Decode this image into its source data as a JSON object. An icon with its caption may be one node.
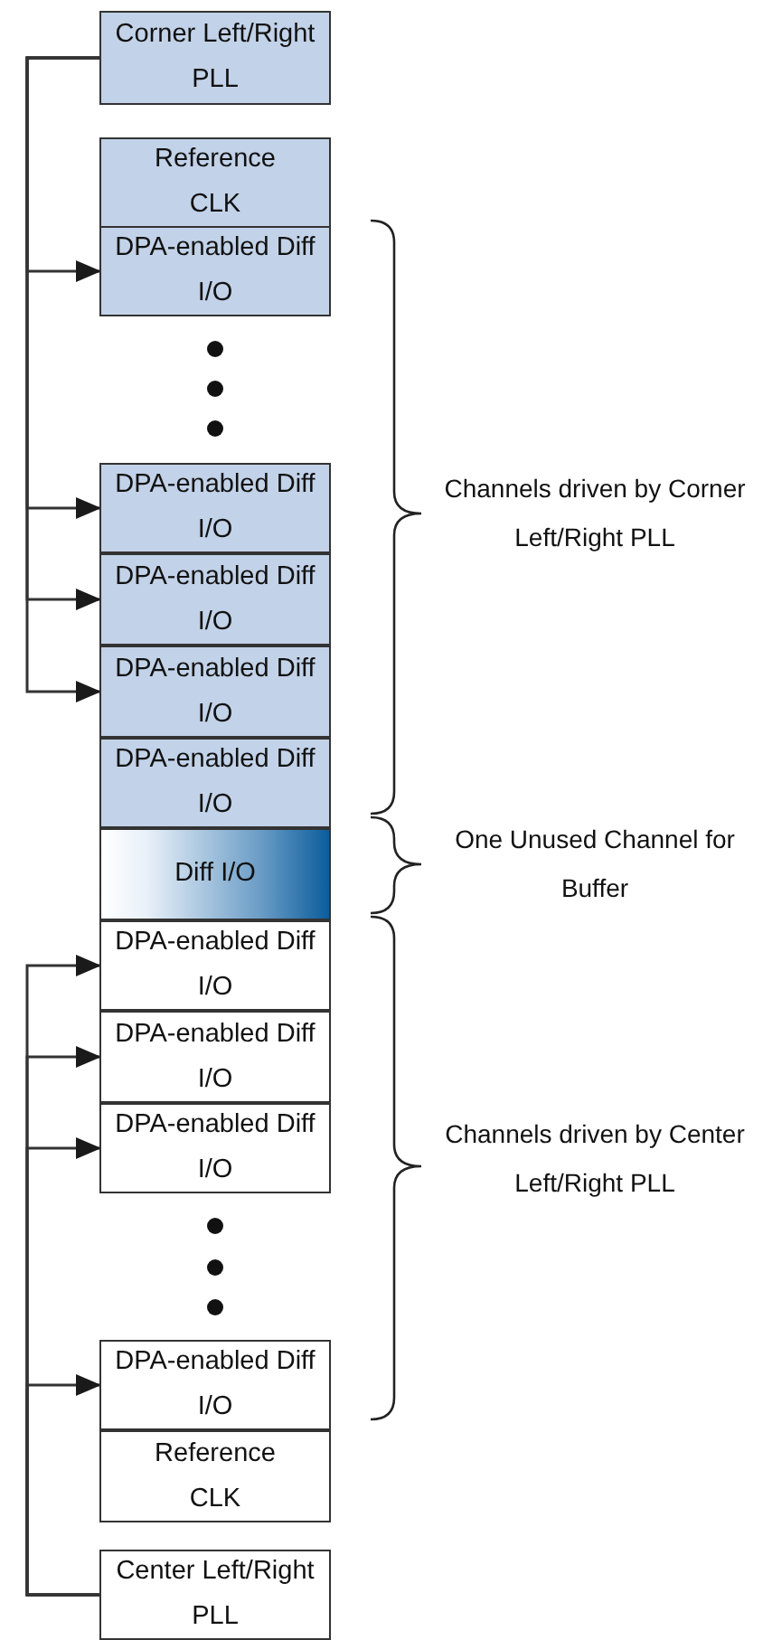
{
  "diagram": {
    "nodes": [
      {
        "text": [
          "Corner Left/Right PLL"
        ]
      },
      {
        "text": [
          "Reference CLK"
        ]
      },
      {
        "text": [
          "DPA-enabled Diff I/O"
        ]
      },
      {
        "text": [
          "DPA-enabled Diff I/O"
        ]
      },
      {
        "text": [
          "DPA-enabled Diff I/O"
        ]
      },
      {
        "text": [
          "DPA-enabled Diff I/O"
        ]
      },
      {
        "text": [
          "DPA-enabled Diff I/O"
        ]
      },
      {
        "text": [
          "Diff I/O"
        ]
      },
      {
        "text": [
          "DPA-enabled Diff I/O"
        ]
      },
      {
        "text": [
          "DPA-enabled Diff I/O"
        ]
      },
      {
        "text": [
          "DPA-enabled Diff I/O"
        ]
      },
      {
        "text": [
          "DPA-enabled Diff I/O"
        ]
      },
      {
        "text": [
          "Reference CLK"
        ]
      },
      {
        "text": [
          "Center Left/Right PLL"
        ]
      }
    ],
    "edges": [
      {
        "from": 0,
        "to": 2,
        "arrow": "to"
      },
      {
        "from": 0,
        "to": 3,
        "arrow": "to"
      },
      {
        "from": 0,
        "to": 4,
        "arrow": "to"
      },
      {
        "from": 0,
        "to": 5,
        "arrow": "to"
      },
      {
        "from": 13,
        "to": 8,
        "arrow": "to"
      },
      {
        "from": 13,
        "to": 9,
        "arrow": "to"
      },
      {
        "from": 13,
        "to": 10,
        "arrow": "to"
      },
      {
        "from": 13,
        "to": 11,
        "arrow": "to"
      }
    ],
    "labels": [
      "Channels driven by Corner Left/Right PLL",
      "One Unused Channel for Buffer",
      "Channels driven by Center Left/Right PLL"
    ]
  }
}
